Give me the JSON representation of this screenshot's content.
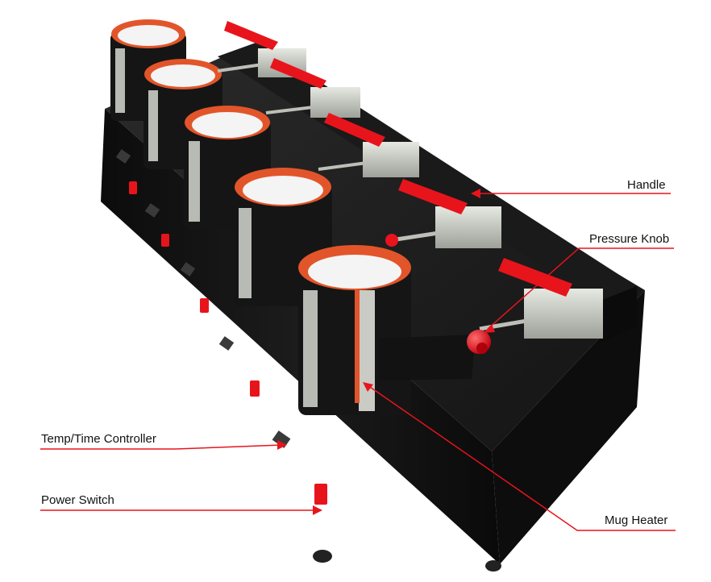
{
  "labels": {
    "handle": "Handle",
    "pressure_knob": "Pressure Knob",
    "temp_time_controller": "Temp/Time Controller",
    "power_switch": "Power Switch",
    "mug_heater": "Mug Heater"
  },
  "colors": {
    "accent": "#e8141c",
    "machine_body": "#111111",
    "heater_pad": "#e2552a",
    "clamp_metal": "#c9cbc4"
  }
}
